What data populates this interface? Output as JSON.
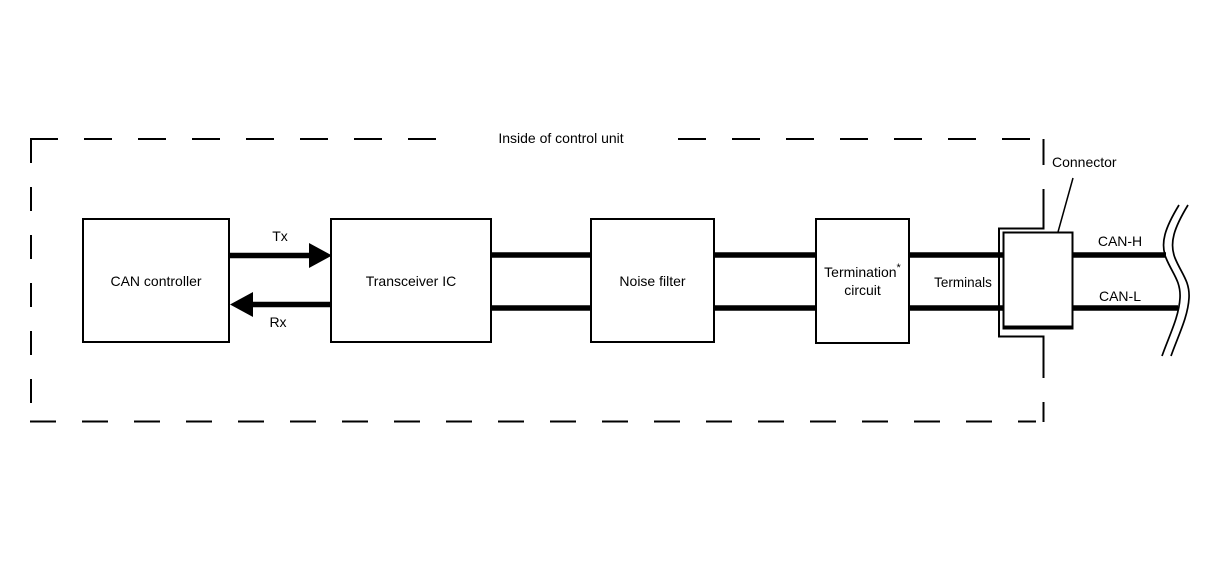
{
  "diagram": {
    "title": "Inside of control unit",
    "blocks": {
      "can_controller": "CAN controller",
      "transceiver_ic": "Transceiver IC",
      "noise_filter": "Noise filter",
      "termination_line1": "Termination",
      "termination_marker": "*",
      "termination_line2": "circuit"
    },
    "signals": {
      "tx": "Tx",
      "rx": "Rx"
    },
    "wiring": {
      "terminals": "Terminals",
      "connector": "Connector",
      "can_high": "CAN-H",
      "can_low": "CAN-L"
    },
    "colors": {
      "ink": "#000000",
      "background": "#ffffff"
    }
  }
}
